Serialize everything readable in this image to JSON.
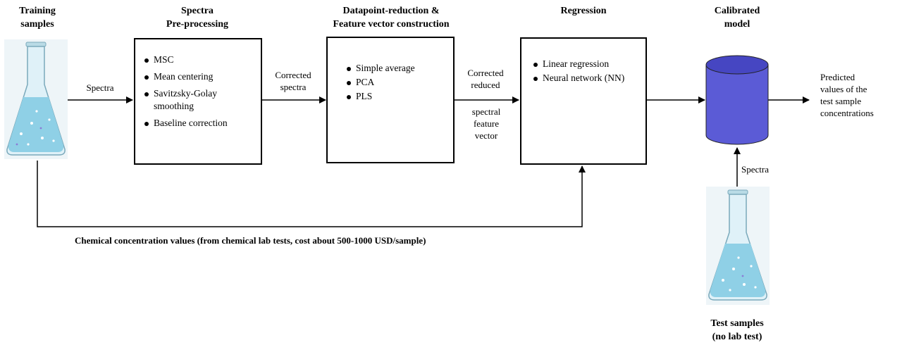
{
  "training": {
    "title": "Training\nsamples"
  },
  "test": {
    "title": "Test samples\n(no lab test)"
  },
  "steps": [
    {
      "title": "Spectra\nPre-processing",
      "items": [
        "MSC",
        "Mean centering",
        "Savitzsky-Golay smoothing",
        "Baseline correction"
      ]
    },
    {
      "title": "Datapoint-reduction &\nFeature vector construction",
      "items": [
        "Simple average",
        "PCA",
        "PLS"
      ]
    },
    {
      "title": "Regression",
      "items": [
        "Linear regression",
        "Neural network (NN)"
      ]
    }
  ],
  "model": {
    "title": "Calibrated\nmodel"
  },
  "edges": {
    "spectra_in": "Spectra",
    "corrected": "Corrected\nspectra",
    "reduced_top": "Corrected\nreduced",
    "reduced_bottom": "spectral\nfeature\nvector",
    "predicted": "Predicted\nvalues of the\ntest sample\nconcentrations",
    "test_spectra": "Spectra",
    "concentration": "Chemical concentration values (from chemical lab tests, cost about 500-1000 USD/sample)"
  },
  "colors": {
    "cylinder_body": "#5b5bd6",
    "cylinder_top": "#4646c2",
    "flask_liquid": "#8fd0e6",
    "flask_glass": "#dff1f8"
  }
}
